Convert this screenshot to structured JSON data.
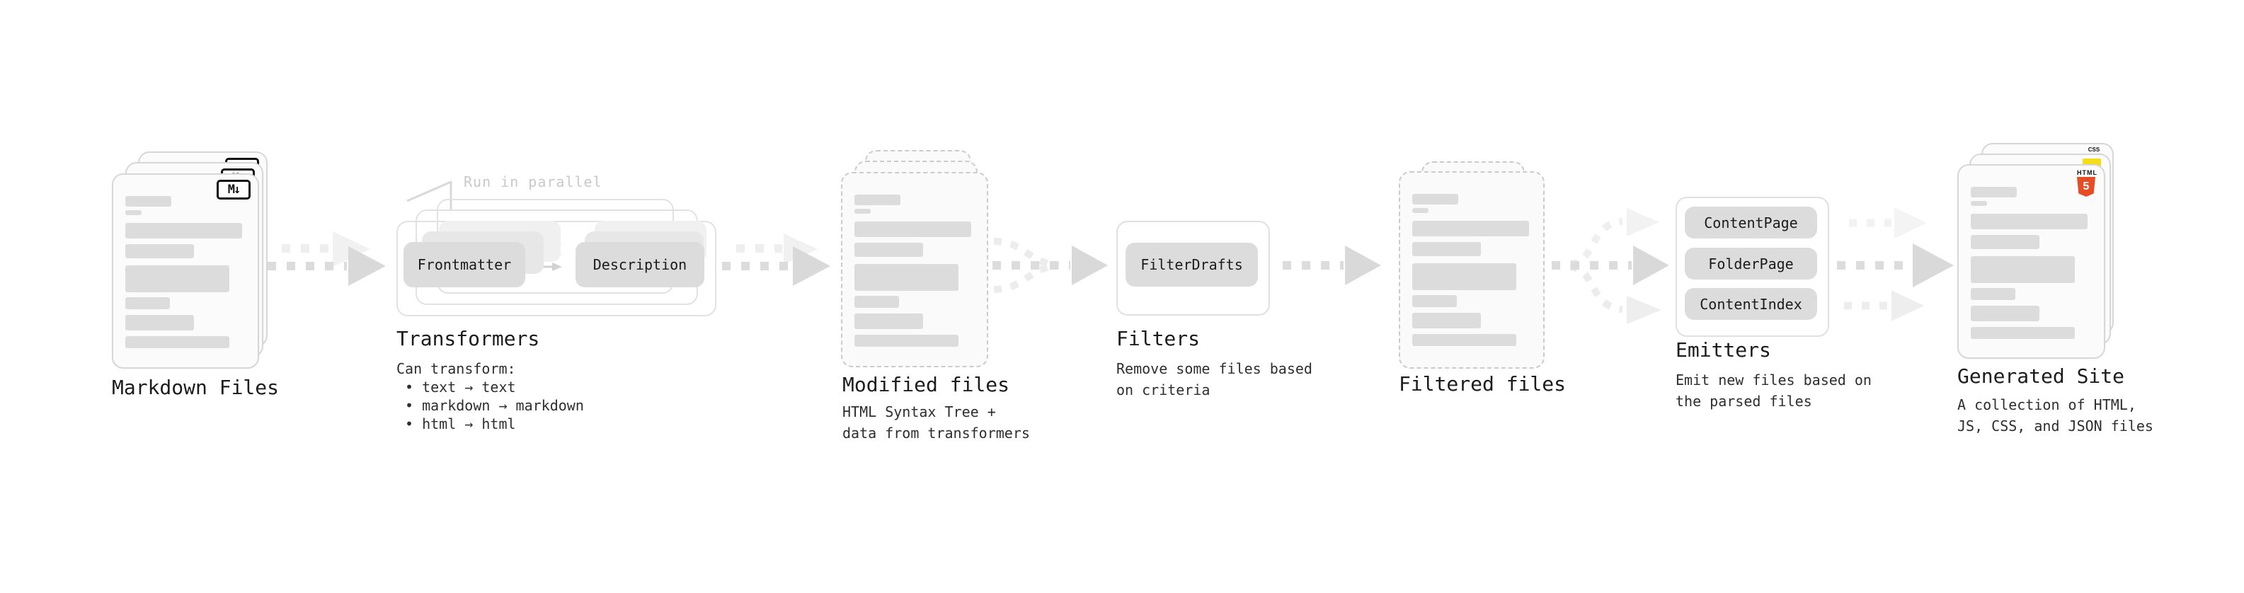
{
  "diagram": {
    "markdown_files": {
      "title": "Markdown Files",
      "badge": "M↓"
    },
    "transformers": {
      "note": "Run in parallel",
      "box_front": "Frontmatter",
      "box_back": "Description",
      "title": "Transformers",
      "desc_heading": "Can transform:",
      "bullets": [
        "• text → text",
        "• markdown → markdown",
        "• html → html"
      ]
    },
    "modified_files": {
      "title": "Modified files",
      "desc": "HTML Syntax Tree +\ndata from transformers"
    },
    "filters": {
      "box": "FilterDrafts",
      "title": "Filters",
      "desc": "Remove some files based\non criteria"
    },
    "filtered_files": {
      "title": "Filtered files"
    },
    "emitters": {
      "boxes": [
        "ContentPage",
        "FolderPage",
        "ContentIndex"
      ],
      "title": "Emitters",
      "desc": "Emit new files based on\nthe parsed files"
    },
    "generated_site": {
      "title": "Generated Site",
      "desc": "A collection of HTML,\nJS, CSS, and JSON files",
      "css_badge_label": "CSS",
      "html_badge_word": "HTML",
      "html_badge_number": "5"
    }
  },
  "colors": {
    "html5_orange": "#e44d26",
    "js_yellow": "#f5de19",
    "css_blue": "#2965f1",
    "arrow_gray": "#d9d9d9",
    "ghost_gray": "#efefef",
    "chip_gray": "#dcdcdc"
  }
}
